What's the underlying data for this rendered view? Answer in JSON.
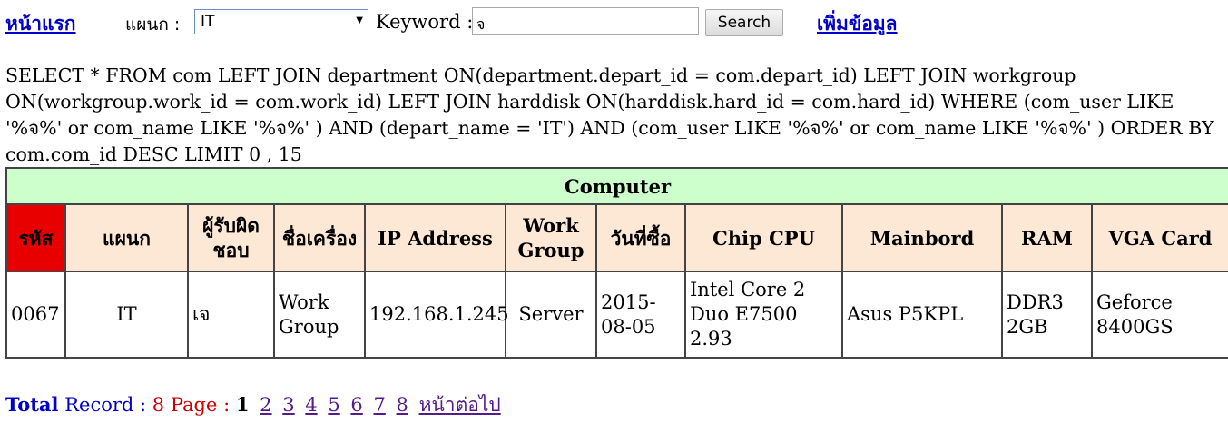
{
  "nav": {
    "home_label": "หน้าแรก",
    "department_label": "แผนก :",
    "department_selected": "IT",
    "keyword_label": "Keyword :",
    "keyword_value": "จ",
    "search_label": "Search",
    "add_label": "เพิ่มข้อมูล"
  },
  "query_text": "SELECT * FROM com LEFT JOIN department ON(department.depart_id = com.depart_id) LEFT JOIN workgroup ON(workgroup.work_id = com.work_id) LEFT JOIN harddisk ON(harddisk.hard_id = com.hard_id) WHERE (com_user LIKE '%จ%' or com_name LIKE '%จ%' ) AND (depart_name = 'IT') AND (com_user LIKE '%จ%' or com_name LIKE '%จ%' ) ORDER BY com.com_id DESC LIMIT 0 , 15",
  "table": {
    "caption": "Computer",
    "columns": [
      "รหัส",
      "แผนก",
      "ผู้รับผิดชอบ",
      "ชื่อเครื่อง",
      "IP Address",
      "Work Group",
      "วันที่ซื้อ",
      "Chip CPU",
      "Mainbord",
      "RAM",
      "VGA Card"
    ],
    "rows": [
      [
        "0067",
        "IT",
        "เจ",
        "Work Group",
        "192.168.1.245",
        "Server",
        "2015-08-05",
        "Intel Core 2 Duo E7500 2.93",
        "Asus P5KPL",
        "DDR3 2GB",
        "Geforce 8400GS"
      ]
    ]
  },
  "pager": {
    "total_label": "Total",
    "record_label": "Record :",
    "record_count": "8",
    "page_label": "Page :",
    "current_page": "1",
    "pages": [
      "2",
      "3",
      "4",
      "5",
      "6",
      "7",
      "8"
    ],
    "next_label": "หน้าต่อไป"
  },
  "colors": {
    "link": "#0000cc",
    "caption_bg": "#ccffcc",
    "header_bg": "#fde8d6",
    "highlight_header_bg": "#e80000",
    "count_text": "#cc0000",
    "visited_link": "#551a8b"
  }
}
